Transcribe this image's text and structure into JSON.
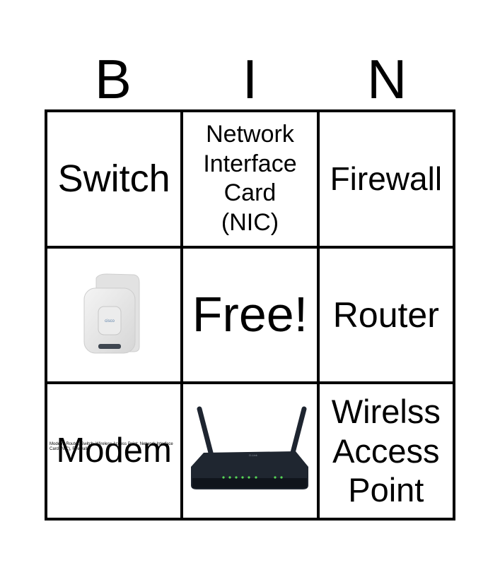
{
  "header": {
    "letters": [
      "B",
      "I",
      "N"
    ]
  },
  "cells": [
    {
      "type": "text",
      "label": "Switch"
    },
    {
      "type": "text",
      "label": "Network Interface Card (NIC)"
    },
    {
      "type": "text",
      "label": "Firewall"
    },
    {
      "type": "image",
      "image": "wireless-access-point-icon"
    },
    {
      "type": "text",
      "label": "Free!"
    },
    {
      "type": "text",
      "label": "Router"
    },
    {
      "type": "text",
      "label": "Modem",
      "tiny_text": "Modem, Router, Switch, Wireless Access Point, Network Interface Card (NIC), Firewall"
    },
    {
      "type": "image",
      "image": "router-icon"
    },
    {
      "type": "text",
      "label": "Wirelss Access Point"
    }
  ]
}
